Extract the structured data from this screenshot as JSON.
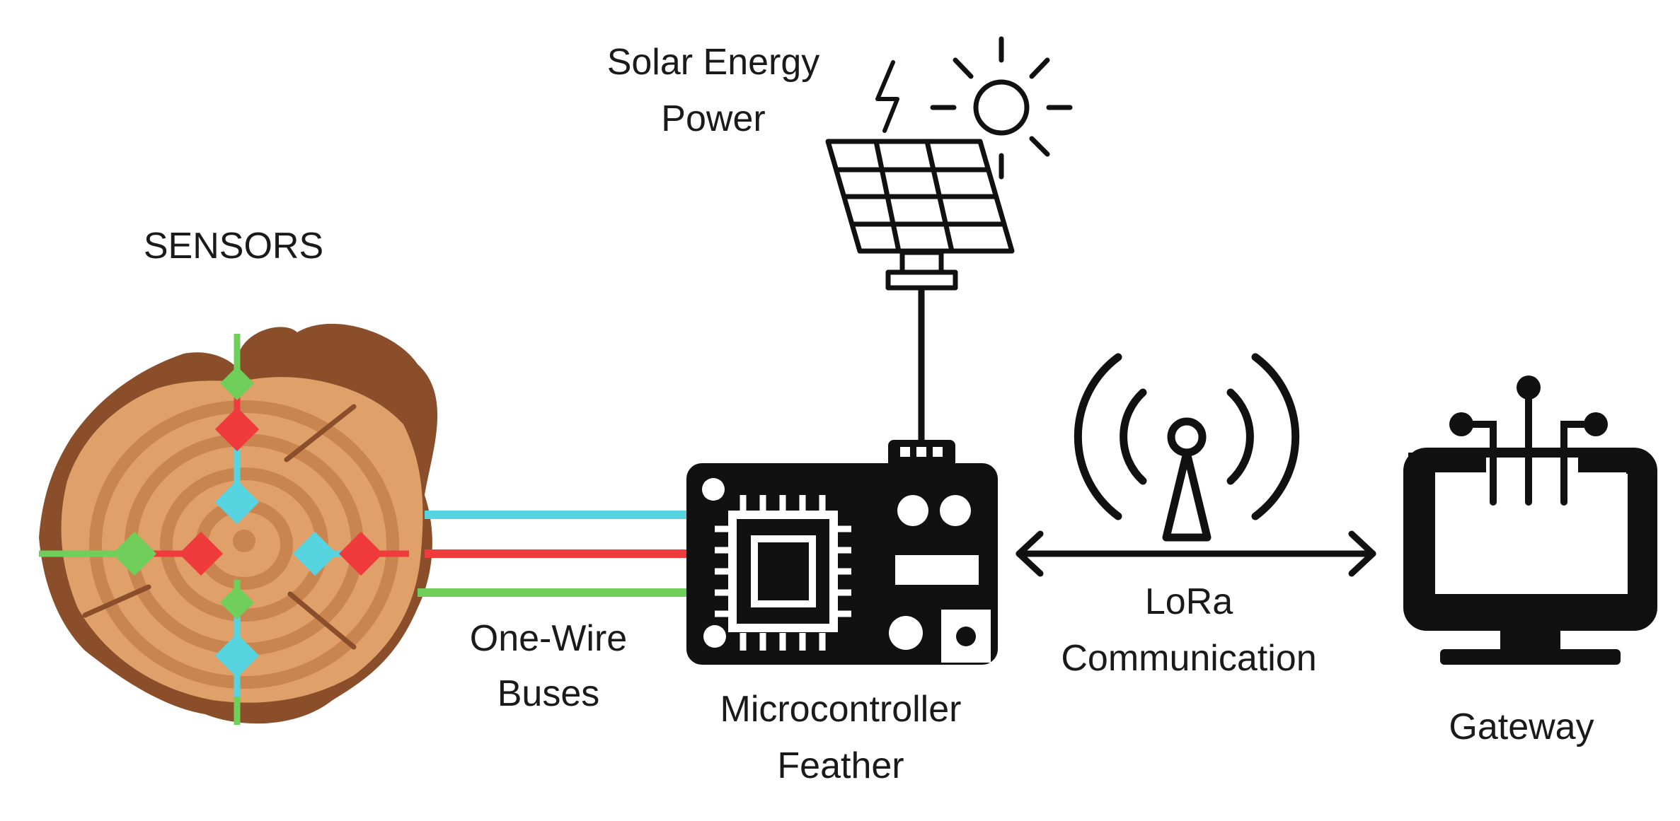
{
  "labels": {
    "sensors": "SENSORS",
    "solar_line1": "Solar Energy",
    "solar_line2": "Power",
    "bus_line1": "One-Wire",
    "bus_line2": "Buses",
    "mcu_line1": "Microcontroller",
    "mcu_line2": "Feather",
    "lora_line1": "LoRa",
    "lora_line2": "Communication",
    "gateway": "Gateway"
  },
  "colors": {
    "bus_cyan": "#56d5e0",
    "bus_red": "#ef3b3b",
    "bus_green": "#6fcf5a",
    "wood_bark": "#8a4f2a",
    "wood_light": "#dfa06a",
    "wood_ring": "#c9854f",
    "ink": "#111111"
  },
  "icons": [
    "tree-trunk-icon",
    "solar-panel-icon",
    "sun-icon",
    "lightning-icon",
    "microcontroller-board-icon",
    "antenna-signal-icon",
    "gateway-monitor-icon"
  ]
}
